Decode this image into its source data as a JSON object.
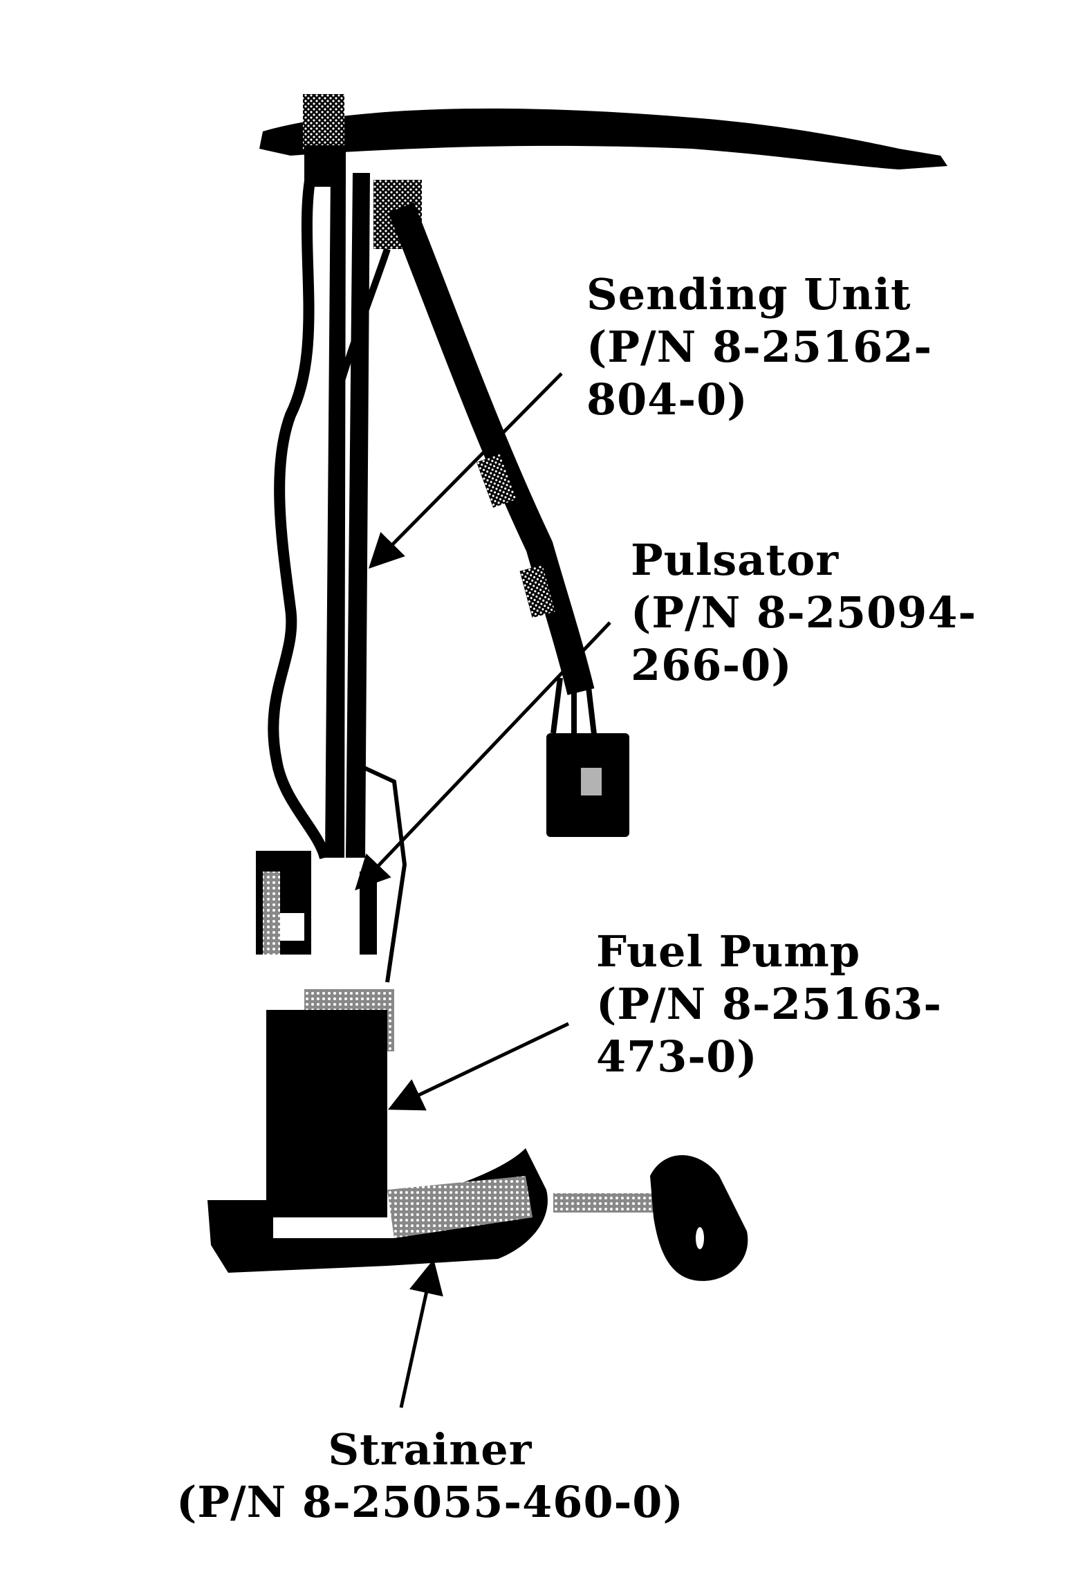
{
  "labels": {
    "sending_unit": {
      "name": "Sending Unit",
      "pn_line1": "(P/N 8-25162-",
      "pn_line2": "804-0)"
    },
    "pulsator": {
      "name": "Pulsator",
      "pn_line1": "(P/N 8-25094-",
      "pn_line2": "266-0)"
    },
    "fuel_pump": {
      "name": "Fuel Pump",
      "pn_line1": "(P/N 8-25163-",
      "pn_line2": "473-0)"
    },
    "strainer": {
      "name": "Strainer",
      "pn_line1": "(P/N 8-25055-460-0)"
    }
  },
  "colors": {
    "ink": "#000000",
    "halftone": "#555555",
    "paper": "#ffffff"
  }
}
